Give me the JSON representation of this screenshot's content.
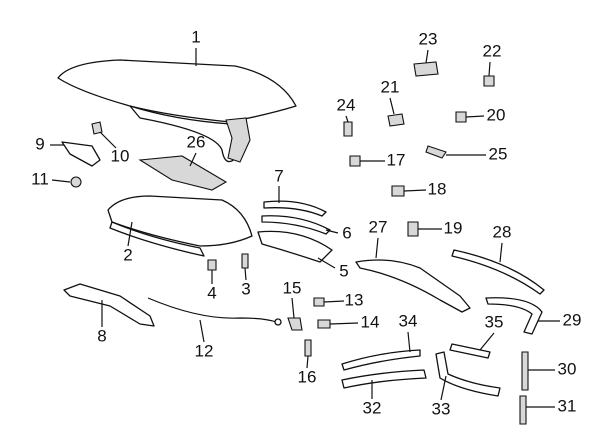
{
  "diagram": {
    "type": "exploded parts diagram - convertible soft top assembly",
    "callouts": [
      "1",
      "2",
      "3",
      "4",
      "5",
      "6",
      "7",
      "8",
      "9",
      "10",
      "11",
      "12",
      "13",
      "14",
      "15",
      "16",
      "17",
      "18",
      "19",
      "20",
      "21",
      "22",
      "23",
      "24",
      "25",
      "26",
      "27",
      "28",
      "29",
      "30",
      "31",
      "32",
      "33",
      "34",
      "35"
    ],
    "colors": {
      "line": "#111111",
      "fill": "#ffffff",
      "shade": "#d8d8d8"
    }
  }
}
